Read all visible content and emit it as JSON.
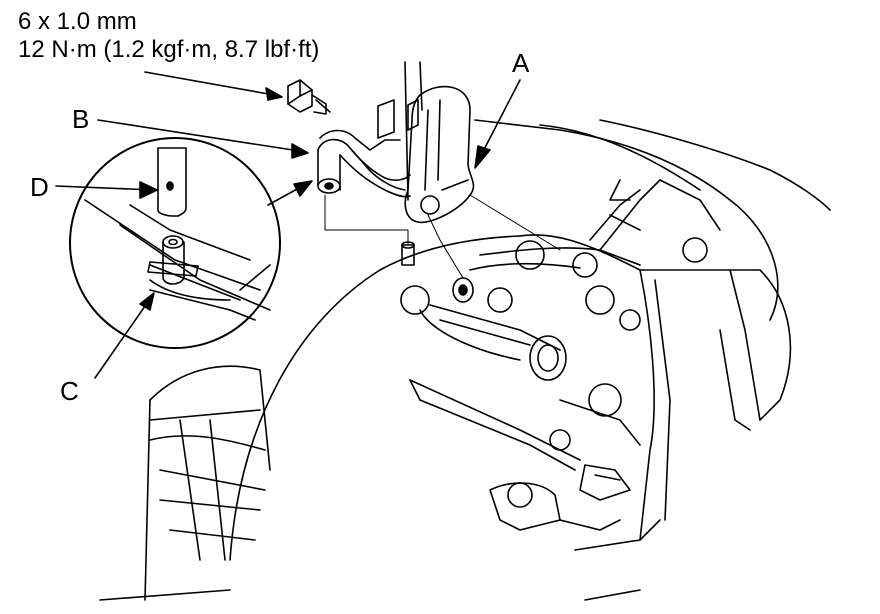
{
  "specification": {
    "bolt_size": "6 x 1.0 mm",
    "torque": "12 N·m (1.2 kgf·m, 8.7 lbf·ft)"
  },
  "callouts": {
    "a": "A",
    "b": "B",
    "c": "C",
    "d": "D"
  },
  "colors": {
    "ink": "#000000",
    "background": "#ffffff"
  }
}
